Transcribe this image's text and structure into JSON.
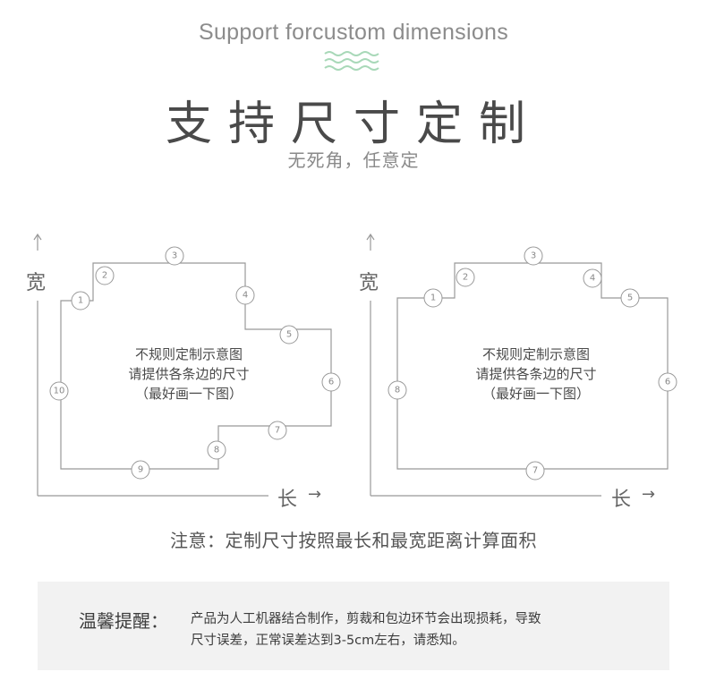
{
  "header": {
    "subtitle_en": "Support forcustom dimensions",
    "title_zh": "支持尺寸定制",
    "tagline": "无死角，任意定"
  },
  "diagrams": {
    "axis_width_label": "宽",
    "axis_length_label": "长",
    "arrow_right": "→",
    "arrow_up": "↑",
    "left": {
      "line1": "不规则定制示意图",
      "line2": "请提供各条边的尺寸",
      "line3": "（最好画一下图）",
      "edge_numbers": [
        "1",
        "2",
        "3",
        "4",
        "5",
        "6",
        "7",
        "8",
        "9",
        "10"
      ]
    },
    "right": {
      "line1": "不规则定制示意图",
      "line2": "请提供各条边的尺寸",
      "line3": "（最好画一下图）",
      "edge_numbers": [
        "1",
        "2",
        "3",
        "4",
        "5",
        "6",
        "7",
        "8"
      ]
    }
  },
  "note": "注意：定制尺寸按照最长和最宽距离计算面积",
  "reminder": {
    "label": "温馨提醒：",
    "text_line1": "产品为人工机器结合制作，剪裁和包边环节会出现损耗，导致",
    "text_line2": "尺寸误差，正常误差达到3-5cm左右，请悉知。"
  },
  "colors": {
    "wave": "#a8d8b8",
    "line": "#999999",
    "reminder_bg": "#f2f2f2"
  }
}
